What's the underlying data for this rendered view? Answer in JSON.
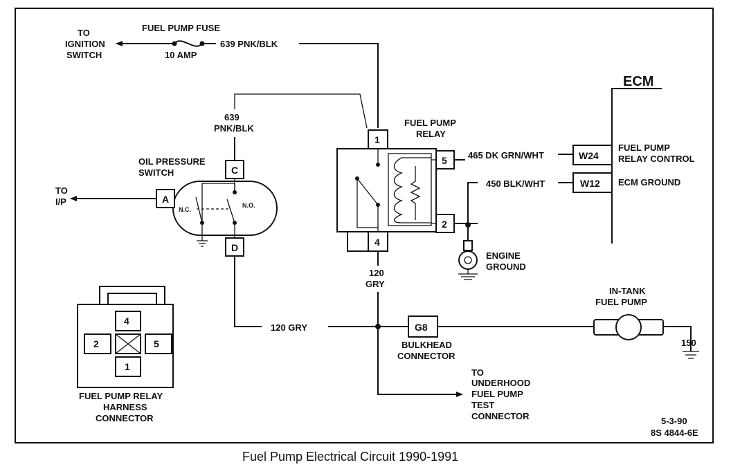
{
  "fuse": {
    "title": "FUEL PUMP FUSE",
    "rating": "10 AMP",
    "wire": "639 PNK/BLK"
  },
  "ignition": {
    "line1": "TO",
    "line2": "IGNITION",
    "line3": "SWITCH"
  },
  "switch_wire": {
    "line1": "639",
    "line2": "PNK/BLK"
  },
  "oil_switch": {
    "line1": "OIL PRESSURE",
    "line2": "SWITCH",
    "pin_c": "C",
    "pin_a": "A",
    "pin_d": "D",
    "nc": "N.C.",
    "no": "N.O."
  },
  "ip": {
    "line1": "TO",
    "line2": "I/P"
  },
  "relay": {
    "line1": "FUEL PUMP",
    "line2": "RELAY",
    "pin1": "1",
    "pin2": "2",
    "pin4": "4",
    "pin5": "5"
  },
  "wire_465": "465 DK GRN/WHT",
  "wire_450": "450 BLK/WHT",
  "ecm": {
    "title": "ECM",
    "w24": "W24",
    "w24_line1": "FUEL PUMP",
    "w24_line2": "RELAY CONTROL",
    "w12": "W12",
    "w12_label": "ECM GROUND"
  },
  "engine_ground": {
    "line1": "ENGINE",
    "line2": "GROUND"
  },
  "relay_out": {
    "line1": "120",
    "line2": "GRY"
  },
  "left_wire": "120 GRY",
  "g8": {
    "pin": "G8",
    "line1": "BULKHEAD",
    "line2": "CONNECTOR"
  },
  "in_tank": {
    "line1": "IN-TANK",
    "line2": "FUEL PUMP"
  },
  "ground_150": "150",
  "underhood": {
    "line1": "TO",
    "line2": "UNDERHOOD",
    "line3": "FUEL PUMP",
    "line4": "TEST",
    "line5": "CONNECTOR"
  },
  "harness": {
    "pin4": "4",
    "pin2": "2",
    "pin5": "5",
    "pin1": "1",
    "line1": "FUEL PUMP RELAY",
    "line2": "HARNESS",
    "line3": "CONNECTOR"
  },
  "date": "5-3-90",
  "code": "8S 4844-6E",
  "caption": "Fuel Pump Electrical Circuit 1990-1991"
}
